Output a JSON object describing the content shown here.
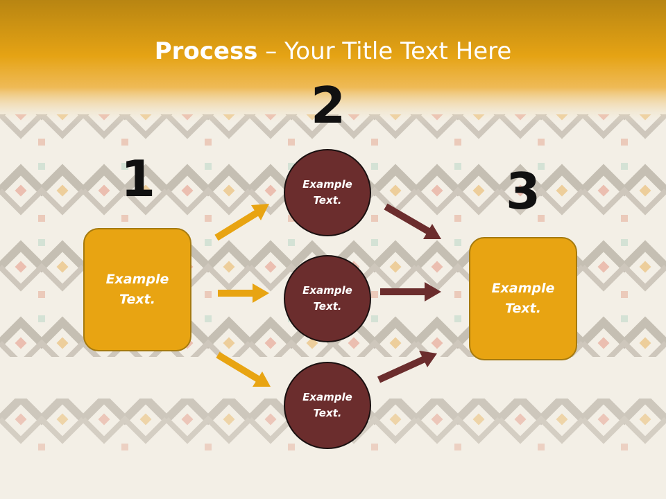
{
  "title": {
    "bold": "Process",
    "rest": " – Your Title Text Here"
  },
  "steps": [
    {
      "number": "1",
      "label": "Example Text."
    },
    {
      "number": "2",
      "items": [
        {
          "label": "Example Text."
        },
        {
          "label": "Example Text."
        },
        {
          "label": "Example Text."
        }
      ]
    },
    {
      "number": "3",
      "label": "Example Text."
    }
  ],
  "colors": {
    "header": "#e8a412",
    "box_fill": "#e8a412",
    "circle_fill": "#6b2d2d",
    "arrow_gold": "#e8a412",
    "arrow_maroon": "#6b2d2d",
    "background": "#f3efe6"
  }
}
